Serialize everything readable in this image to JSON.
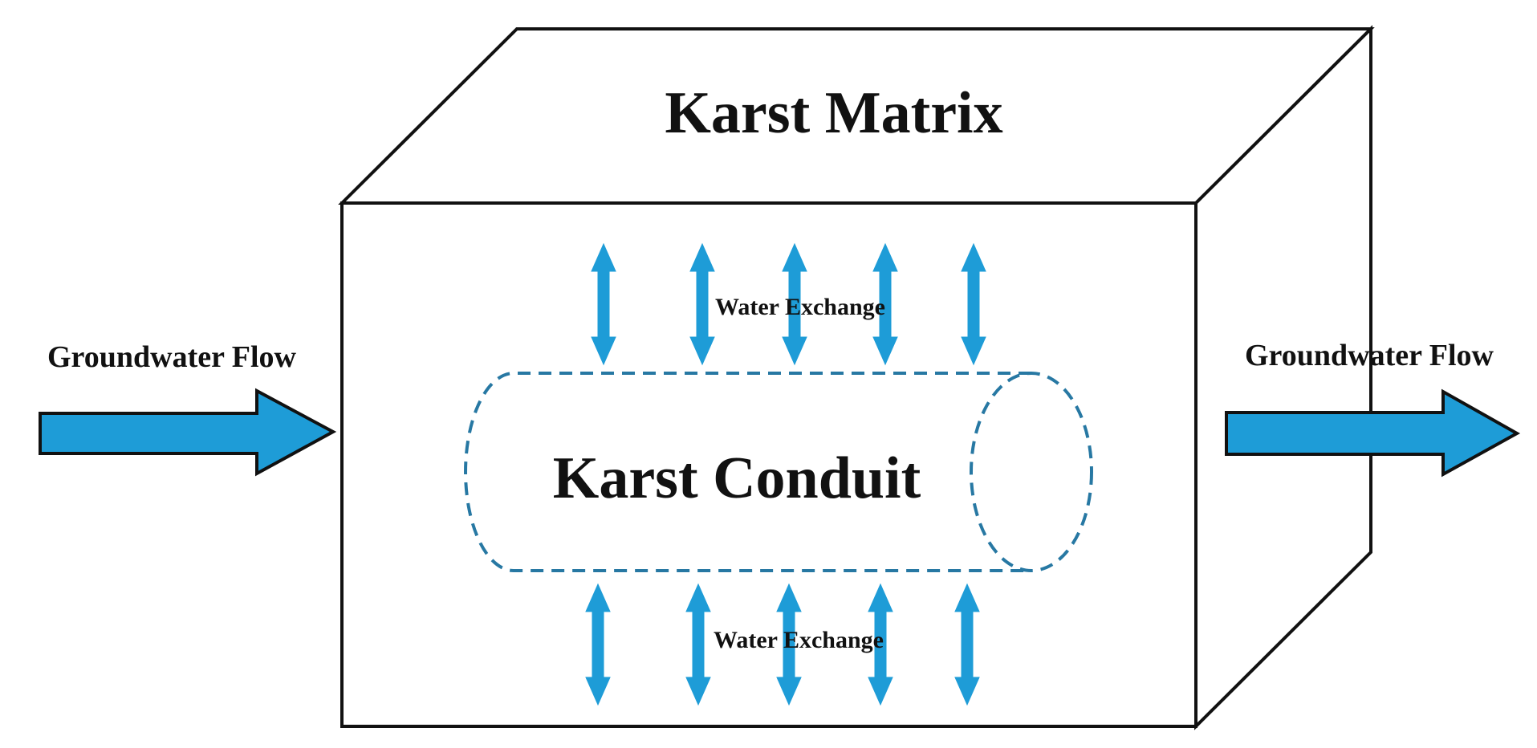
{
  "colors": {
    "arrow_fill": "#1e9cd7",
    "conduit_stroke": "#2778a3",
    "line": "#111111",
    "background": "#ffffff"
  },
  "labels": {
    "matrix": "Karst Matrix",
    "conduit": "Karst Conduit",
    "flow_in": "Groundwater Flow",
    "flow_out": "Groundwater Flow",
    "exchange_top": "Water Exchange",
    "exchange_bottom": "Water Exchange"
  },
  "icons": {
    "flow_arrow": "right-block-arrow-icon",
    "exchange_arrow": "double-headed-vertical-arrow-icon"
  }
}
